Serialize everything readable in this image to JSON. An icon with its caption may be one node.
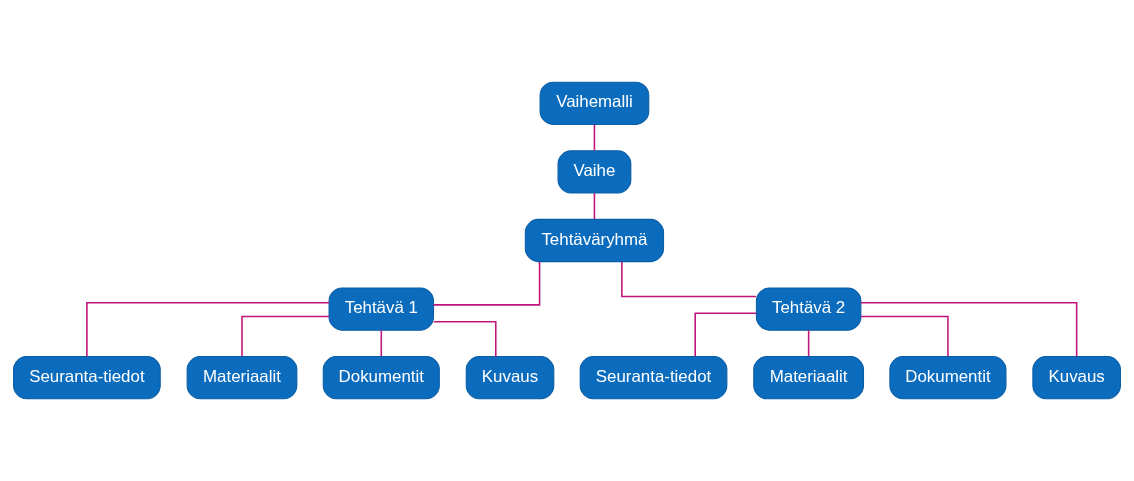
{
  "diagram": {
    "nodes": [
      {
        "text": [
          "Vaihemalli"
        ]
      },
      {
        "text": [
          "Vaihe"
        ]
      },
      {
        "text": [
          "Tehtäväryhmä"
        ]
      },
      {
        "text": [
          "Tehtävä 1"
        ]
      },
      {
        "text": [
          "Tehtävä 2"
        ]
      },
      {
        "text": [
          "Seuranta-tiedot"
        ]
      },
      {
        "text": [
          "Materiaalit"
        ]
      },
      {
        "text": [
          "Dokumentit"
        ]
      },
      {
        "text": [
          "Kuvaus"
        ]
      },
      {
        "text": [
          "Seuranta-tiedot"
        ]
      },
      {
        "text": [
          "Materiaalit"
        ]
      },
      {
        "text": [
          "Dokumentit"
        ]
      },
      {
        "text": [
          "Kuvaus"
        ]
      }
    ],
    "edges": [
      {
        "from": 0,
        "to": 1,
        "arrow": "none"
      },
      {
        "from": 1,
        "to": 2,
        "arrow": "none"
      },
      {
        "from": 2,
        "to": 3,
        "arrow": "none"
      },
      {
        "from": 2,
        "to": 4,
        "arrow": "none"
      },
      {
        "from": 3,
        "to": 5,
        "arrow": "none"
      },
      {
        "from": 3,
        "to": 6,
        "arrow": "none"
      },
      {
        "from": 3,
        "to": 7,
        "arrow": "none"
      },
      {
        "from": 3,
        "to": 8,
        "arrow": "none"
      },
      {
        "from": 4,
        "to": 9,
        "arrow": "none"
      },
      {
        "from": 4,
        "to": 10,
        "arrow": "none"
      },
      {
        "from": 4,
        "to": 11,
        "arrow": "none"
      },
      {
        "from": 4,
        "to": 12,
        "arrow": "none"
      }
    ]
  }
}
